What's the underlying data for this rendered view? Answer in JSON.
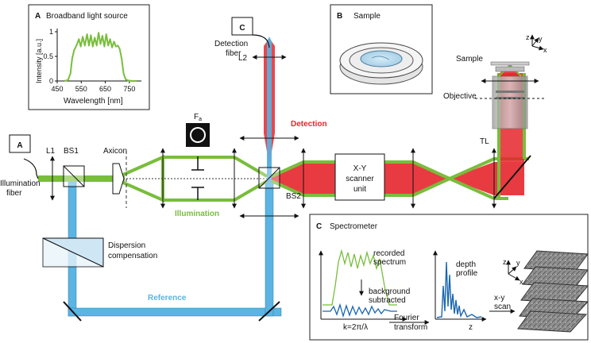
{
  "panel_a": {
    "letter": "A",
    "title": "Broadband light source",
    "ylabel": "Intensity [a.u.]",
    "xlabel": "Wavelength [nm]",
    "y_ticks": [
      "1",
      "0.5",
      "0"
    ],
    "x_ticks": [
      "450",
      "550",
      "650",
      "750"
    ]
  },
  "panel_b": {
    "letter": "B",
    "title": "Sample"
  },
  "panel_c": {
    "letter": "C",
    "title": "Spectrometer",
    "recorded_line1": "recorded",
    "recorded_line2": "spectrum",
    "background_line1": "background",
    "background_line2": "subtracted",
    "kaxis": "k=2π/λ",
    "fourier_line1": "Fourier",
    "fourier_line2": "transform",
    "depth_line1": "depth",
    "depth_line2": "profile",
    "z_axis": "z",
    "scan_line1": "x-y",
    "scan_line2": "scan",
    "axis_z": "z",
    "axis_y": "y",
    "axis_x": "x"
  },
  "setup": {
    "box_a": "A",
    "box_c": "C",
    "illumination_fiber_1": "Illumination",
    "illumination_fiber_2": "fiber",
    "l1": "L1",
    "bs1": "BS1",
    "axicon": "Axicon",
    "fa_main": "F",
    "fa_sub": "a",
    "illumination": "Illumination",
    "detection": "Detection",
    "detection_fiber_1": "Detection",
    "detection_fiber_2": "fiber",
    "l2": "L2",
    "bs2": "BS2",
    "scanner_1": "X-Y",
    "scanner_2": "scanner",
    "scanner_3": "unit",
    "tl": "TL",
    "sample": "Sample",
    "objective": "Objective",
    "axis_z": "z",
    "axis_y": "y",
    "axis_x": "x",
    "dispersion_1": "Dispersion",
    "dispersion_2": "compensation",
    "reference": "Reference"
  },
  "colors": {
    "illumination_green": "#79bd3c",
    "detection_red": "#e5262c",
    "reference_blue": "#5bb4e1",
    "signal_blue": "#1a66b0",
    "text_dark": "#111111"
  },
  "chart_data": [
    {
      "type": "line",
      "title": "Broadband light source",
      "xlabel": "Wavelength [nm]",
      "ylabel": "Intensity [a.u.]",
      "xlim": [
        450,
        800
      ],
      "ylim": [
        0,
        1
      ],
      "x_ticks": [
        450,
        550,
        650,
        750
      ],
      "y_ticks": [
        0,
        0.5,
        1
      ],
      "series": [
        {
          "x": [
            480,
            495,
            505,
            512,
            520,
            530,
            540,
            548,
            556,
            565,
            574,
            582,
            590,
            598,
            606,
            614,
            622,
            630,
            638,
            646,
            654,
            662,
            670,
            678,
            686,
            694,
            702,
            710,
            718,
            726,
            735,
            745,
            760,
            780
          ],
          "values": [
            0,
            0.02,
            0.15,
            0.45,
            0.62,
            0.72,
            0.85,
            0.7,
            0.9,
            0.72,
            0.95,
            0.72,
            0.93,
            0.7,
            0.88,
            0.72,
            0.98,
            0.75,
            0.92,
            0.7,
            0.95,
            0.72,
            0.85,
            0.68,
            0.8,
            0.7,
            0.72,
            0.65,
            0.45,
            0.15,
            0.03,
            0.01,
            0,
            0
          ]
        }
      ]
    }
  ]
}
